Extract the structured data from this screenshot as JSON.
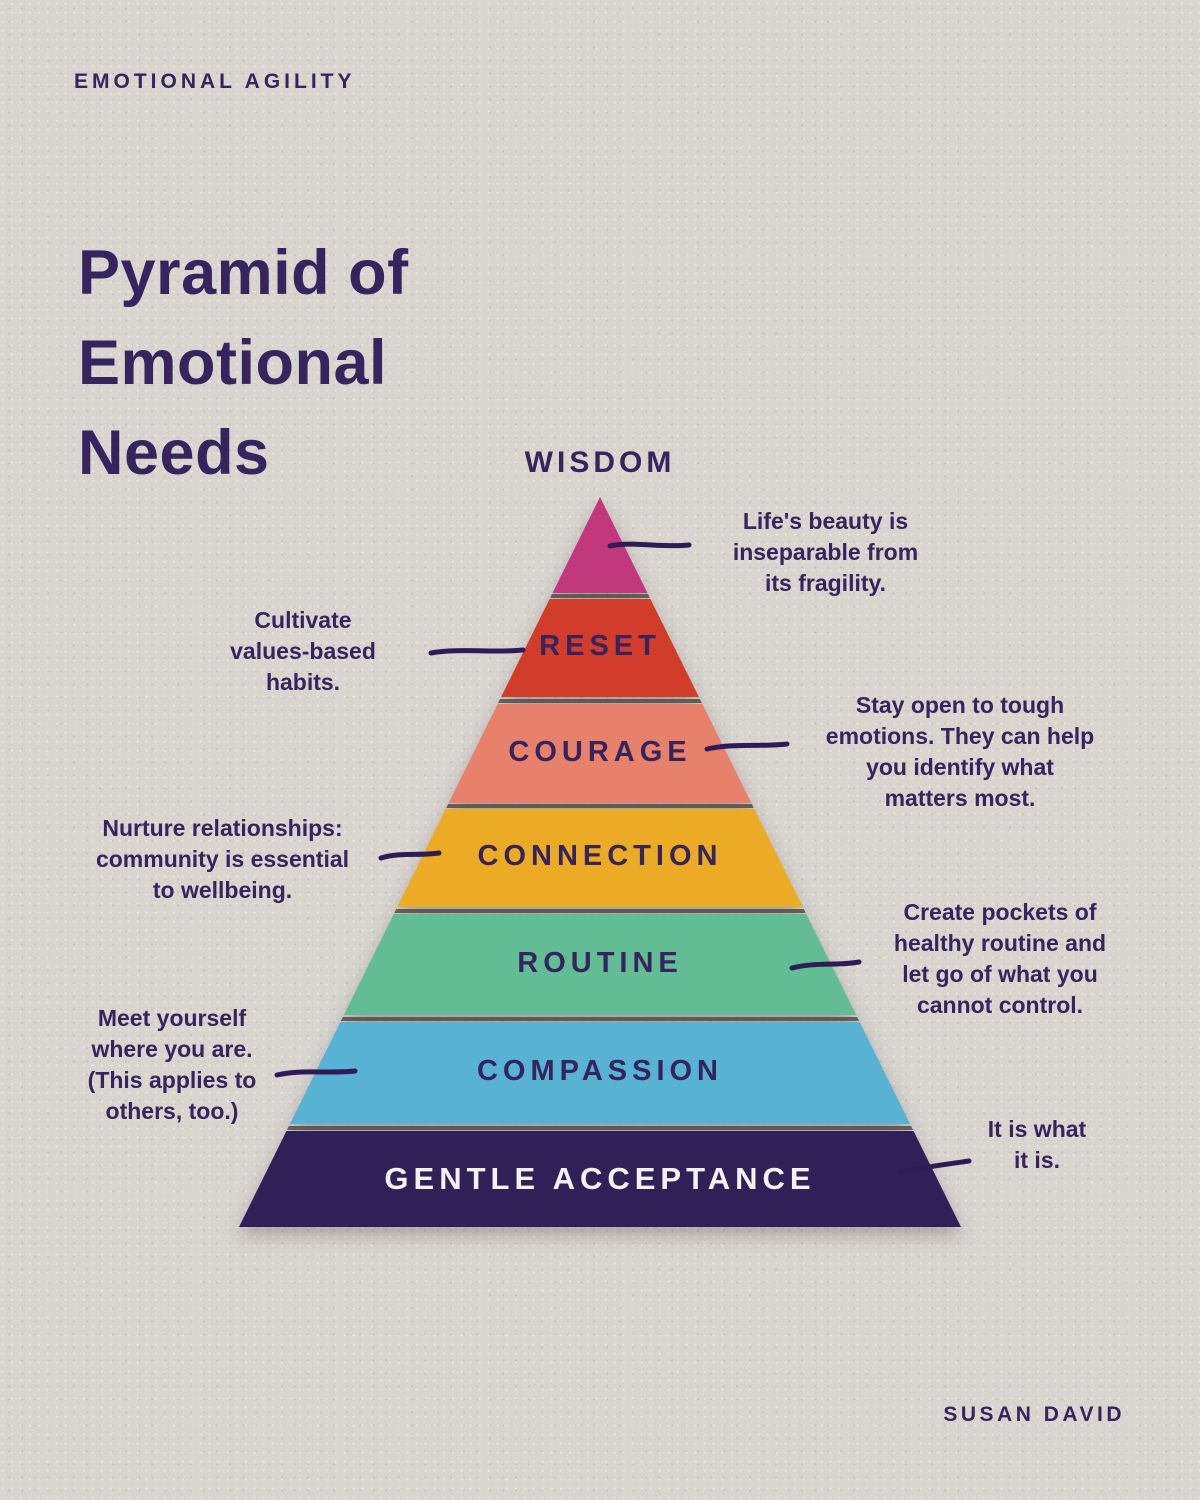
{
  "brand": "EMOTIONAL AGILITY",
  "title_lines": [
    "Pyramid of",
    "Emotional",
    "Needs"
  ],
  "author": "SUSAN DAVID",
  "colors": {
    "paper": "#d8d4ce",
    "ink": "#35245e",
    "connector_line": "#2f1b56",
    "separator": "#524c47",
    "acceptance_text": "#f4f2ee"
  },
  "pyramid": {
    "levels": [
      {
        "id": "wisdom",
        "name": "WISDOM",
        "color": "#c2387d",
        "annotation": "Life's beauty is\ninseparable from\nits fragility.",
        "side": "right"
      },
      {
        "id": "reset",
        "name": "RESET",
        "color": "#d23c2a",
        "annotation": "Cultivate\nvalues-based\nhabits.",
        "side": "left"
      },
      {
        "id": "courage",
        "name": "COURAGE",
        "color": "#e8816c",
        "annotation": "Stay open to tough\nemotions. They can help\nyou identify what\nmatters most.",
        "side": "right"
      },
      {
        "id": "connection",
        "name": "CONNECTION",
        "color": "#ecab25",
        "annotation": "Nurture relationships:\ncommunity is essential\nto wellbeing.",
        "side": "left"
      },
      {
        "id": "routine",
        "name": "ROUTINE",
        "color": "#62bd95",
        "annotation": "Create pockets of\nhealthy routine and\nlet go of what you\ncannot control.",
        "side": "right"
      },
      {
        "id": "compassion",
        "name": "COMPASSION",
        "color": "#58b2d3",
        "annotation": "Meet yourself\nwhere you are.\n(This applies to\nothers, too.)",
        "side": "left"
      },
      {
        "id": "gentle-acceptance",
        "name": "GENTLE ACCEPTANCE",
        "color": "#2f2158",
        "annotation": "It is what\nit is.",
        "side": "right"
      }
    ]
  }
}
